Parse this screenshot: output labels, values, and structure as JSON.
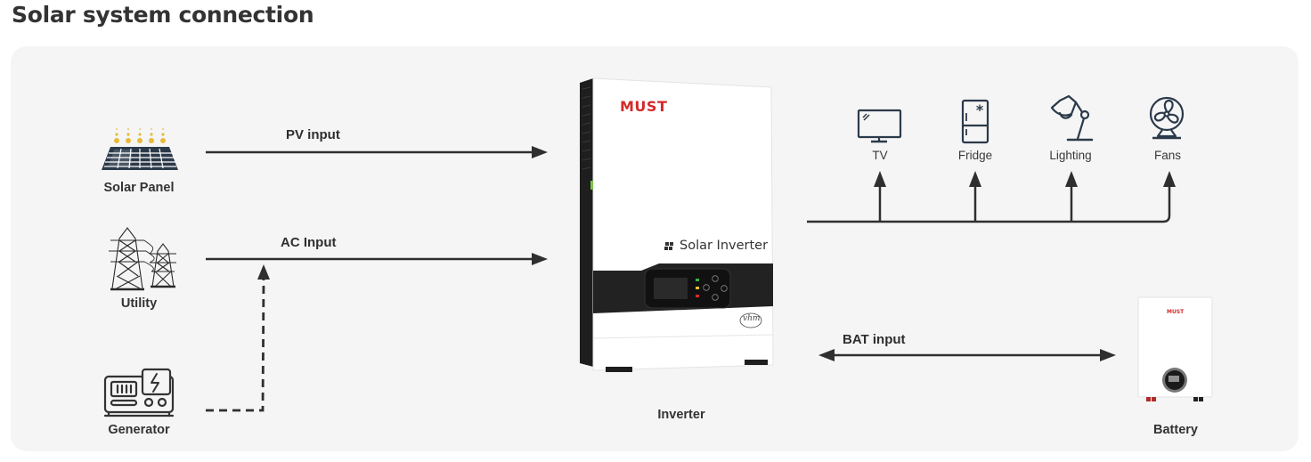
{
  "page": {
    "title": "Solar system connection"
  },
  "colors": {
    "panel_bg": "#f5f5f5",
    "line": "#2f2f2f",
    "icon": "#2b3a4a",
    "sun": "#e8b93a",
    "brand_red": "#d42a2a",
    "inverter_band": "#222222"
  },
  "sources": [
    {
      "id": "solar-panel",
      "label": "Solar Panel",
      "icon": "solar-panel-icon"
    },
    {
      "id": "utility",
      "label": "Utility",
      "icon": "power-tower-icon"
    },
    {
      "id": "generator",
      "label": "Generator",
      "icon": "generator-icon"
    }
  ],
  "flows": {
    "pv": "PV input",
    "ac": "AC Input",
    "bat": "BAT input"
  },
  "inverter": {
    "label": "Inverter",
    "brand": "MUST",
    "product_text": "Solar Inverter",
    "badge": "vhm"
  },
  "loads": [
    {
      "id": "tv",
      "label": "TV",
      "icon": "tv-icon"
    },
    {
      "id": "fridge",
      "label": "Fridge",
      "icon": "fridge-icon"
    },
    {
      "id": "lighting",
      "label": "Lighting",
      "icon": "desk-lamp-icon"
    },
    {
      "id": "fans",
      "label": "Fans",
      "icon": "fan-icon"
    }
  ],
  "battery": {
    "label": "Battery",
    "brand": "MUST"
  }
}
